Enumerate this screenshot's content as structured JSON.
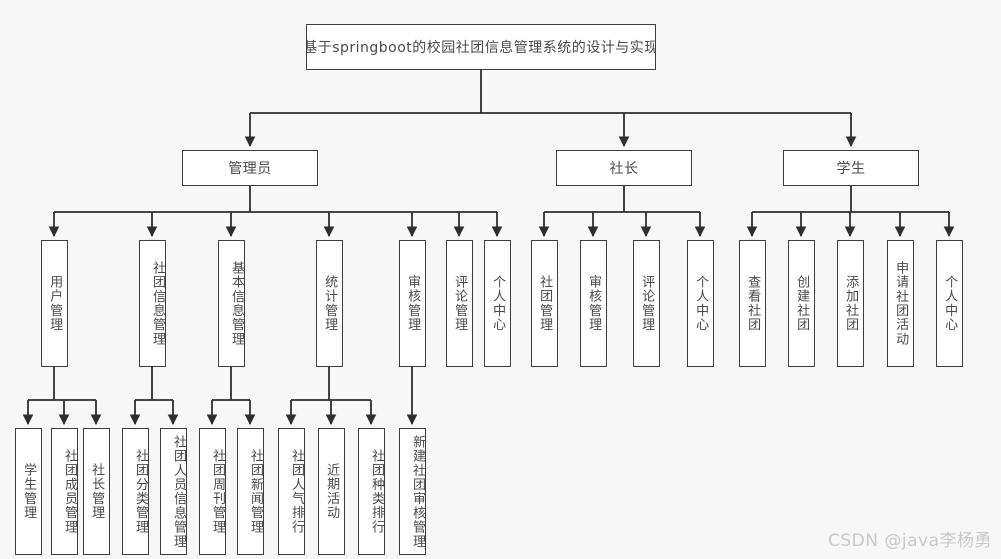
{
  "diagram": {
    "title": "基于springboot的校园社团信息管理系统的设计与实现",
    "background_color": "#f7f7f7",
    "node_fill": "#ffffff",
    "node_stroke": "#3d3d3d",
    "text_color": "#4a4a4a",
    "type": "tree-org-chart",
    "root": {
      "id": "root",
      "label": "基于springboot的校园社团信息管理系统的设计与实现",
      "orientation": "horizontal"
    },
    "level2": [
      {
        "id": "admin",
        "label": "管理员",
        "orientation": "horizontal"
      },
      {
        "id": "president",
        "label": "社长",
        "orientation": "horizontal"
      },
      {
        "id": "student",
        "label": "学生",
        "orientation": "horizontal"
      }
    ],
    "level3": [
      {
        "id": "a1",
        "parent": "admin",
        "label": "用户管理",
        "orientation": "vertical"
      },
      {
        "id": "a2",
        "parent": "admin",
        "label": "社团信息管理",
        "orientation": "vertical"
      },
      {
        "id": "a3",
        "parent": "admin",
        "label": "基本信息管理",
        "orientation": "vertical"
      },
      {
        "id": "a4",
        "parent": "admin",
        "label": "统计管理",
        "orientation": "vertical"
      },
      {
        "id": "a5",
        "parent": "admin",
        "label": "审核管理",
        "orientation": "vertical"
      },
      {
        "id": "a6",
        "parent": "admin",
        "label": "评论管理",
        "orientation": "vertical"
      },
      {
        "id": "a7",
        "parent": "admin",
        "label": "个人中心",
        "orientation": "vertical"
      },
      {
        "id": "p1",
        "parent": "president",
        "label": "社团管理",
        "orientation": "vertical"
      },
      {
        "id": "p2",
        "parent": "president",
        "label": "审核管理",
        "orientation": "vertical"
      },
      {
        "id": "p3",
        "parent": "president",
        "label": "评论管理",
        "orientation": "vertical"
      },
      {
        "id": "p4",
        "parent": "president",
        "label": "个人中心",
        "orientation": "vertical"
      },
      {
        "id": "s1",
        "parent": "student",
        "label": "查看社团",
        "orientation": "vertical"
      },
      {
        "id": "s2",
        "parent": "student",
        "label": "创建社团",
        "orientation": "vertical"
      },
      {
        "id": "s3",
        "parent": "student",
        "label": "添加社团",
        "orientation": "vertical"
      },
      {
        "id": "s4",
        "parent": "student",
        "label": "申请社团活动",
        "orientation": "vertical"
      },
      {
        "id": "s5",
        "parent": "student",
        "label": "个人中心",
        "orientation": "vertical"
      }
    ],
    "level4": [
      {
        "id": "b1",
        "parent": "a1",
        "label": "学生管理",
        "orientation": "vertical"
      },
      {
        "id": "b2",
        "parent": "a1",
        "label": "社团成员管理",
        "orientation": "vertical"
      },
      {
        "id": "b3",
        "parent": "a1",
        "label": "社长管理",
        "orientation": "vertical"
      },
      {
        "id": "b4",
        "parent": "a2",
        "label": "社团分类管理",
        "orientation": "vertical"
      },
      {
        "id": "b5",
        "parent": "a2",
        "label": "社团人员信息管理",
        "orientation": "vertical"
      },
      {
        "id": "b6",
        "parent": "a3",
        "label": "社团周刊管理",
        "orientation": "vertical"
      },
      {
        "id": "b7",
        "parent": "a3",
        "label": "社团新闻管理",
        "orientation": "vertical"
      },
      {
        "id": "b8",
        "parent": "a4",
        "label": "社团人气排行",
        "orientation": "vertical"
      },
      {
        "id": "b9",
        "parent": "a4",
        "label": "近期活动",
        "orientation": "vertical"
      },
      {
        "id": "b10",
        "parent": "a4",
        "label": "社团种类排行",
        "orientation": "vertical"
      },
      {
        "id": "b11",
        "parent": "a5",
        "label": "新建社团审核管理",
        "orientation": "vertical"
      }
    ]
  },
  "watermark": {
    "text": "CSDN @java李杨勇"
  }
}
